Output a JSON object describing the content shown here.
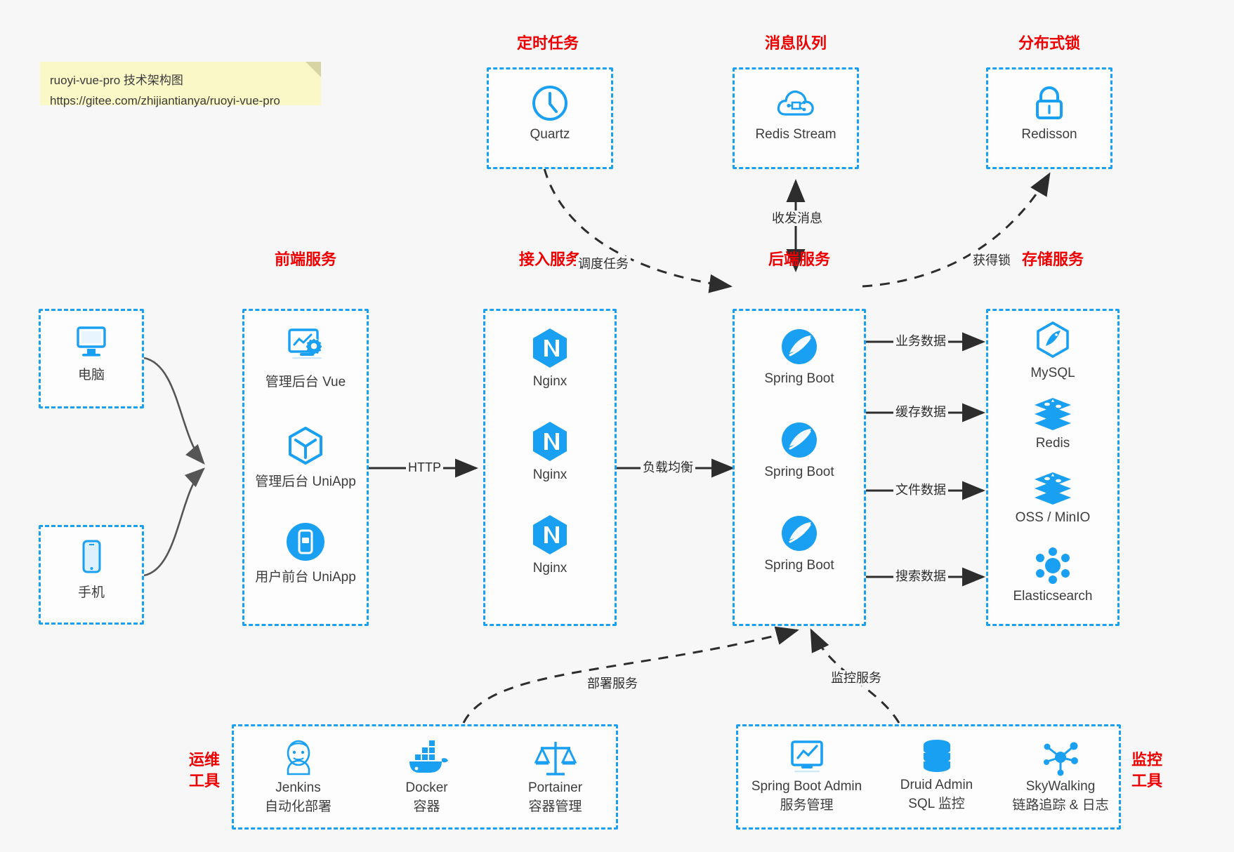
{
  "note": {
    "line1": "ruoyi-vue-pro 技术架构图",
    "line2": "https://gitee.com/zhijiantianya/ruoyi-vue-pro"
  },
  "colors": {
    "accent": "#1aa0f2",
    "title": "#ef0000",
    "edge": "#2d2d2d",
    "background": "#f7f7f7",
    "note_bg": "#fbf8c8"
  },
  "groups": {
    "scheduler": {
      "title": "定时任务",
      "items": [
        {
          "label": "Quartz",
          "icon": "clock-icon"
        }
      ]
    },
    "mq": {
      "title": "消息队列",
      "items": [
        {
          "label": "Redis Stream",
          "icon": "cloud-stream-icon"
        }
      ]
    },
    "lock": {
      "title": "分布式锁",
      "items": [
        {
          "label": "Redisson",
          "icon": "padlock-icon"
        }
      ]
    },
    "clients": {
      "pc": {
        "label": "电脑",
        "icon": "desktop-icon"
      },
      "mobile": {
        "label": "手机",
        "icon": "phone-icon"
      }
    },
    "frontend": {
      "title": "前端服务",
      "items": [
        {
          "label": "管理后台 Vue",
          "icon": "dashboard-gear-icon"
        },
        {
          "label": "管理后台 UniApp",
          "icon": "cube-icon"
        },
        {
          "label": "用户前台 UniApp",
          "icon": "mobile-app-icon"
        }
      ]
    },
    "gateway": {
      "title": "接入服务",
      "items": [
        {
          "label": "Nginx",
          "icon": "nginx-icon"
        },
        {
          "label": "Nginx",
          "icon": "nginx-icon"
        },
        {
          "label": "Nginx",
          "icon": "nginx-icon"
        }
      ]
    },
    "backend": {
      "title": "后端服务",
      "items": [
        {
          "label": "Spring Boot",
          "icon": "spring-boot-icon"
        },
        {
          "label": "Spring Boot",
          "icon": "spring-boot-icon"
        },
        {
          "label": "Spring Boot",
          "icon": "spring-boot-icon"
        }
      ]
    },
    "storage": {
      "title": "存储服务",
      "items": [
        {
          "label": "MySQL",
          "icon": "mysql-icon"
        },
        {
          "label": "Redis",
          "icon": "redis-icon"
        },
        {
          "label": "OSS / MinIO",
          "icon": "oss-icon"
        },
        {
          "label": "Elasticsearch",
          "icon": "elasticsearch-icon"
        }
      ]
    },
    "devops": {
      "title_line1": "运维",
      "title_line2": "工具",
      "items": [
        {
          "label": "Jenkins",
          "sub": "自动化部署",
          "icon": "jenkins-icon"
        },
        {
          "label": "Docker",
          "sub": "容器",
          "icon": "docker-icon"
        },
        {
          "label": "Portainer",
          "sub": "容器管理",
          "icon": "portainer-icon"
        }
      ]
    },
    "monitor": {
      "title_line1": "监控",
      "title_line2": "工具",
      "items": [
        {
          "label": "Spring Boot Admin",
          "sub": "服务管理",
          "icon": "monitor-screen-icon"
        },
        {
          "label": "Druid Admin",
          "sub": "SQL 监控",
          "icon": "database-icon"
        },
        {
          "label": "SkyWalking",
          "sub": "链路追踪 & 日志",
          "icon": "skywalking-icon"
        }
      ]
    }
  },
  "edges": {
    "http": "HTTP",
    "load_balance": "负载均衡",
    "schedule_task": "调度任务",
    "send_receive_message": "收发消息",
    "acquire_lock": "获得锁",
    "business_data": "业务数据",
    "cache_data": "缓存数据",
    "file_data": "文件数据",
    "search_data": "搜索数据",
    "deploy_service": "部署服务",
    "monitor_service": "监控服务"
  }
}
